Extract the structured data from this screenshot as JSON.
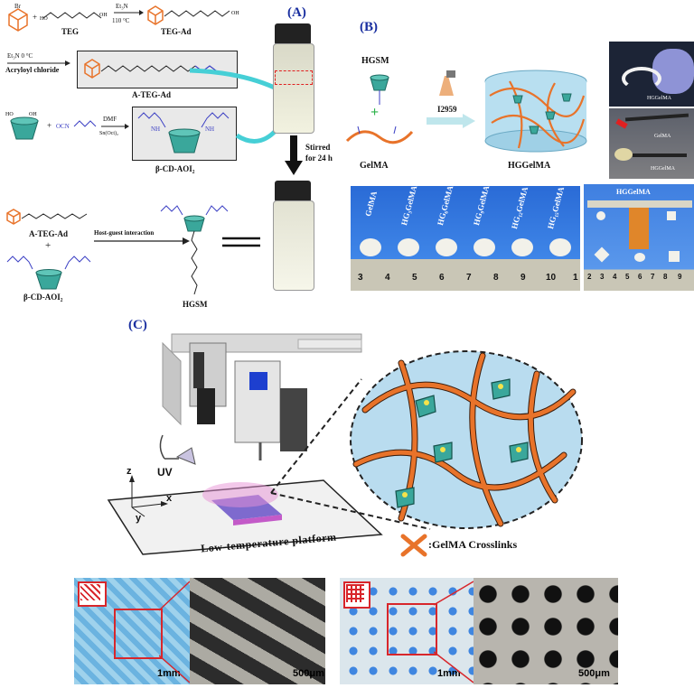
{
  "panels": {
    "a": "(A)",
    "b": "(B)",
    "c": "(C)"
  },
  "panelA": {
    "teg": "TEG",
    "teg_ad": "TEG-Ad",
    "reagent1_top": "Et₃N",
    "reagent1_bottom": "110 °C",
    "reagent2_top": "Et₃N  0 °C",
    "reagent2_bottom": "Acryloyl chloride",
    "a_teg_ad": "A-TEG-Ad",
    "dmf": "DMF",
    "sn": "Sn(Oct)₂",
    "ocn": "OCN",
    "nh1": "NH",
    "nh2": "NH",
    "beta_cd": "β-CD-AOI₂",
    "stirred_line1": "Stirred",
    "stirred_line2": "for 24 h",
    "a_teg_ad2": "A-TEG-Ad",
    "plus": "+",
    "beta_cd2": "β-CD-AOI₂",
    "host_guest": "Host-guest interaction",
    "hgsm": "HGSM"
  },
  "panelB": {
    "hgsm": "HGSM",
    "gelma": "GelMA",
    "i2959": "I2959",
    "hggelma": "HGGelMA",
    "photo_tr_label": "HGGelMA",
    "photo_mr_label1": "GelMA",
    "photo_mr_label2": "HGGelMA",
    "sample_labels": [
      "GelMA",
      "HG₃GelMA",
      "HG₆GelMA",
      "HG₉GelMA",
      "HG₁₂GelMA",
      "HG₁₅GelMA"
    ],
    "ruler_numbers": [
      "3",
      "4",
      "5",
      "6",
      "7",
      "8",
      "9",
      "10",
      "1"
    ],
    "shapes_title": "HGGelMA",
    "ruler2_numbers": [
      "2",
      "3",
      "4",
      "5",
      "6",
      "7",
      "8",
      "9"
    ]
  },
  "panelC": {
    "uv": "UV",
    "axis_z": "z",
    "axis_x": "x",
    "axis_y": "y",
    "platform": "Low-temperature platform",
    "crosslinks": ":GelMA Crosslinks"
  },
  "bottom": {
    "scale1": "1mm",
    "scale2": "500μm",
    "scale3": "1mm",
    "scale4": "500μm"
  },
  "colors": {
    "orange": "#e8732a",
    "teal": "#3aa79b",
    "blue_bg": "#a9d8ee",
    "red_box": "#d8262b",
    "panel_letter": "#1a2fa0"
  }
}
